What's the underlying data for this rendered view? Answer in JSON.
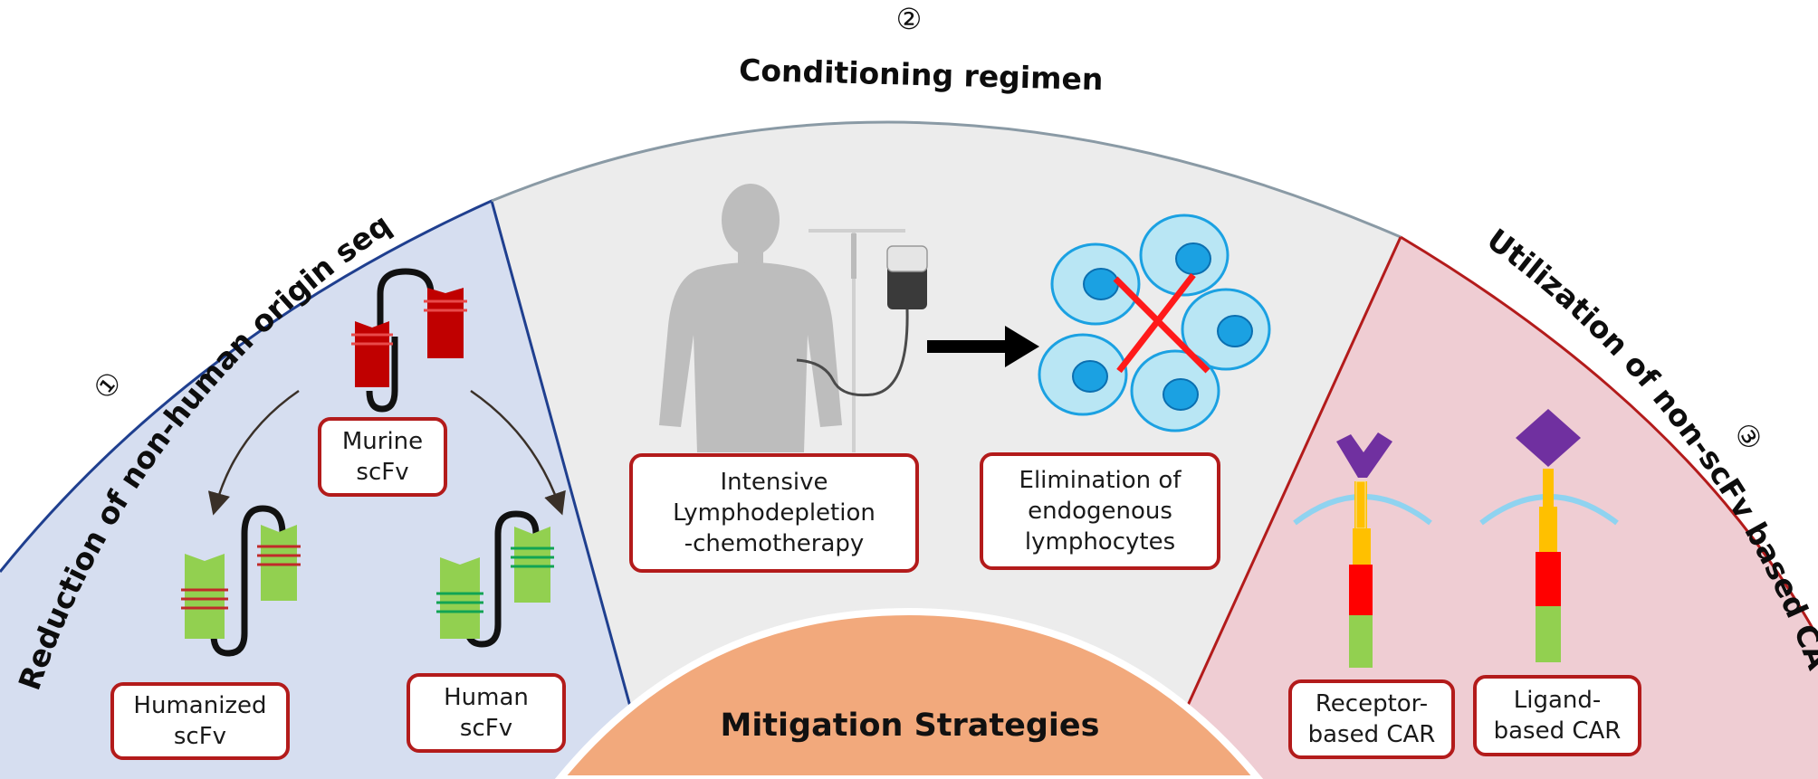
{
  "strategy1": {
    "number": "①",
    "title": "Reduction of non-human origin sequences",
    "murine": "Murine\nscFv",
    "humanized": "Humanized\nscFv",
    "human": "Human\nscFv"
  },
  "strategy2": {
    "number": "②",
    "title": "Conditioning regimen",
    "lympho": "Intensive\nLymphodepletion\n-chemotherapy",
    "elimination": "Elimination of\nendogenous\nlymphocytes"
  },
  "strategy3": {
    "number": "③",
    "title": "Utilization of non-scFv based CARs",
    "receptor": "Receptor-\nbased CAR",
    "ligand": "Ligand-\nbased CAR"
  },
  "center": {
    "label": "Mitigation Strategies"
  },
  "colors": {
    "left_panel": "#d6def0",
    "middle_panel": "#ececec",
    "right_panel": "#efcdd3",
    "center_dome": "#f2a97c",
    "border_red": "#b31b1b",
    "murine_red": "#c00000",
    "humanized_green": "#92d050",
    "cell_blue": "#1ba1e2"
  }
}
